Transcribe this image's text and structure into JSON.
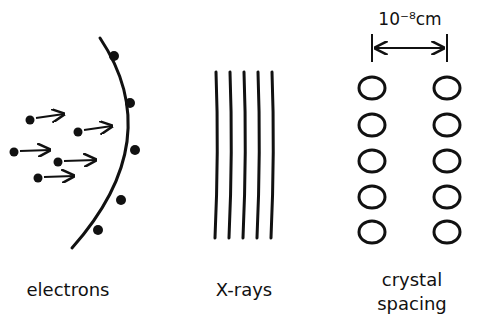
{
  "diagram": {
    "labels": [
      "10⁻⁸cm",
      "electrons",
      "X-rays",
      "crystal spacing"
    ]
  }
}
